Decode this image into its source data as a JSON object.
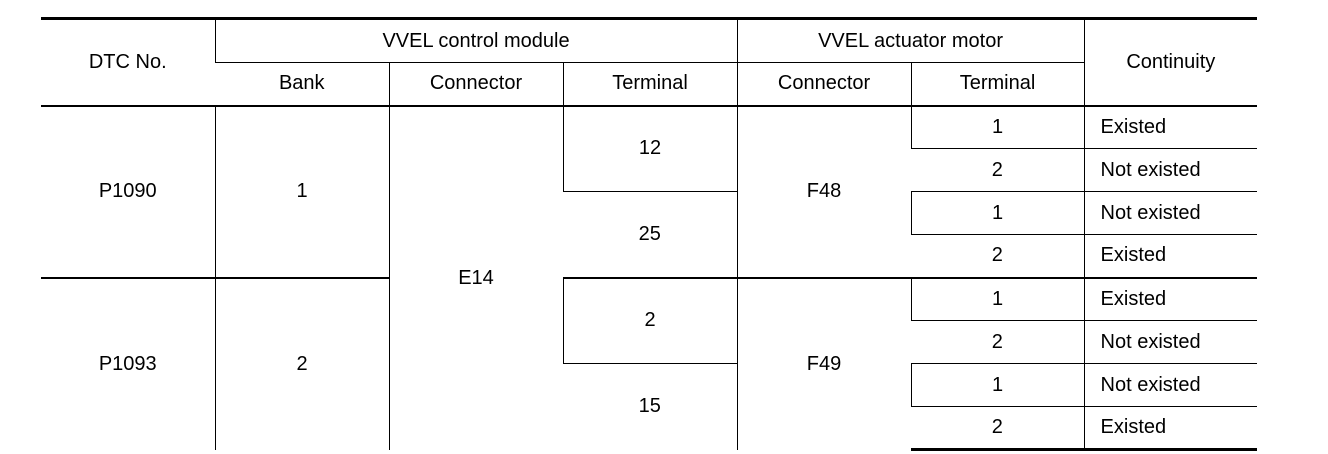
{
  "table": {
    "headers": {
      "dtc_no": "DTC No.",
      "vvel_control_module": "VVEL control module",
      "vvel_actuator_motor": "VVEL actuator motor",
      "continuity": "Continuity",
      "bank": "Bank",
      "module_connector": "Connector",
      "module_terminal": "Terminal",
      "motor_connector": "Connector",
      "motor_terminal": "Terminal"
    },
    "module_connector": "E14",
    "groups": [
      {
        "dtc": "P1090",
        "bank": "1",
        "motor_connector": "F48",
        "terminals": [
          {
            "module_terminal": "12",
            "checks": [
              {
                "motor_terminal": "1",
                "continuity": "Existed"
              },
              {
                "motor_terminal": "2",
                "continuity": "Not existed"
              }
            ]
          },
          {
            "module_terminal": "25",
            "checks": [
              {
                "motor_terminal": "1",
                "continuity": "Not existed"
              },
              {
                "motor_terminal": "2",
                "continuity": "Existed"
              }
            ]
          }
        ]
      },
      {
        "dtc": "P1093",
        "bank": "2",
        "motor_connector": "F49",
        "terminals": [
          {
            "module_terminal": "2",
            "checks": [
              {
                "motor_terminal": "1",
                "continuity": "Existed"
              },
              {
                "motor_terminal": "2",
                "continuity": "Not existed"
              }
            ]
          },
          {
            "module_terminal": "15",
            "checks": [
              {
                "motor_terminal": "1",
                "continuity": "Not existed"
              },
              {
                "motor_terminal": "2",
                "continuity": "Existed"
              }
            ]
          }
        ]
      }
    ]
  }
}
